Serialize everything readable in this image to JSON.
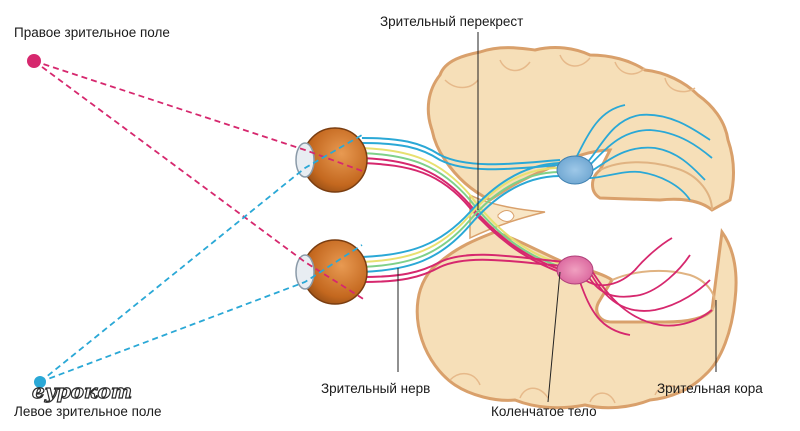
{
  "labels": {
    "right_field": "Правое зрительное поле",
    "left_field": "Левое зрительное поле",
    "chiasm": "Зрительный перекрест",
    "nerve": "Зрительный нерв",
    "geniculate": "Коленчатое тело",
    "cortex": "Зрительная кора"
  },
  "watermark": {
    "text": "еурокот"
  },
  "colors": {
    "right_field": "#d6286e",
    "left_field": "#2aa8d6",
    "brain_fill": "#f6dfb8",
    "brain_outline": "#d9a06b",
    "eye_fill": "#c46a26",
    "yellow_fiber": "#e8e070",
    "green_fiber": "#7fd08a"
  }
}
